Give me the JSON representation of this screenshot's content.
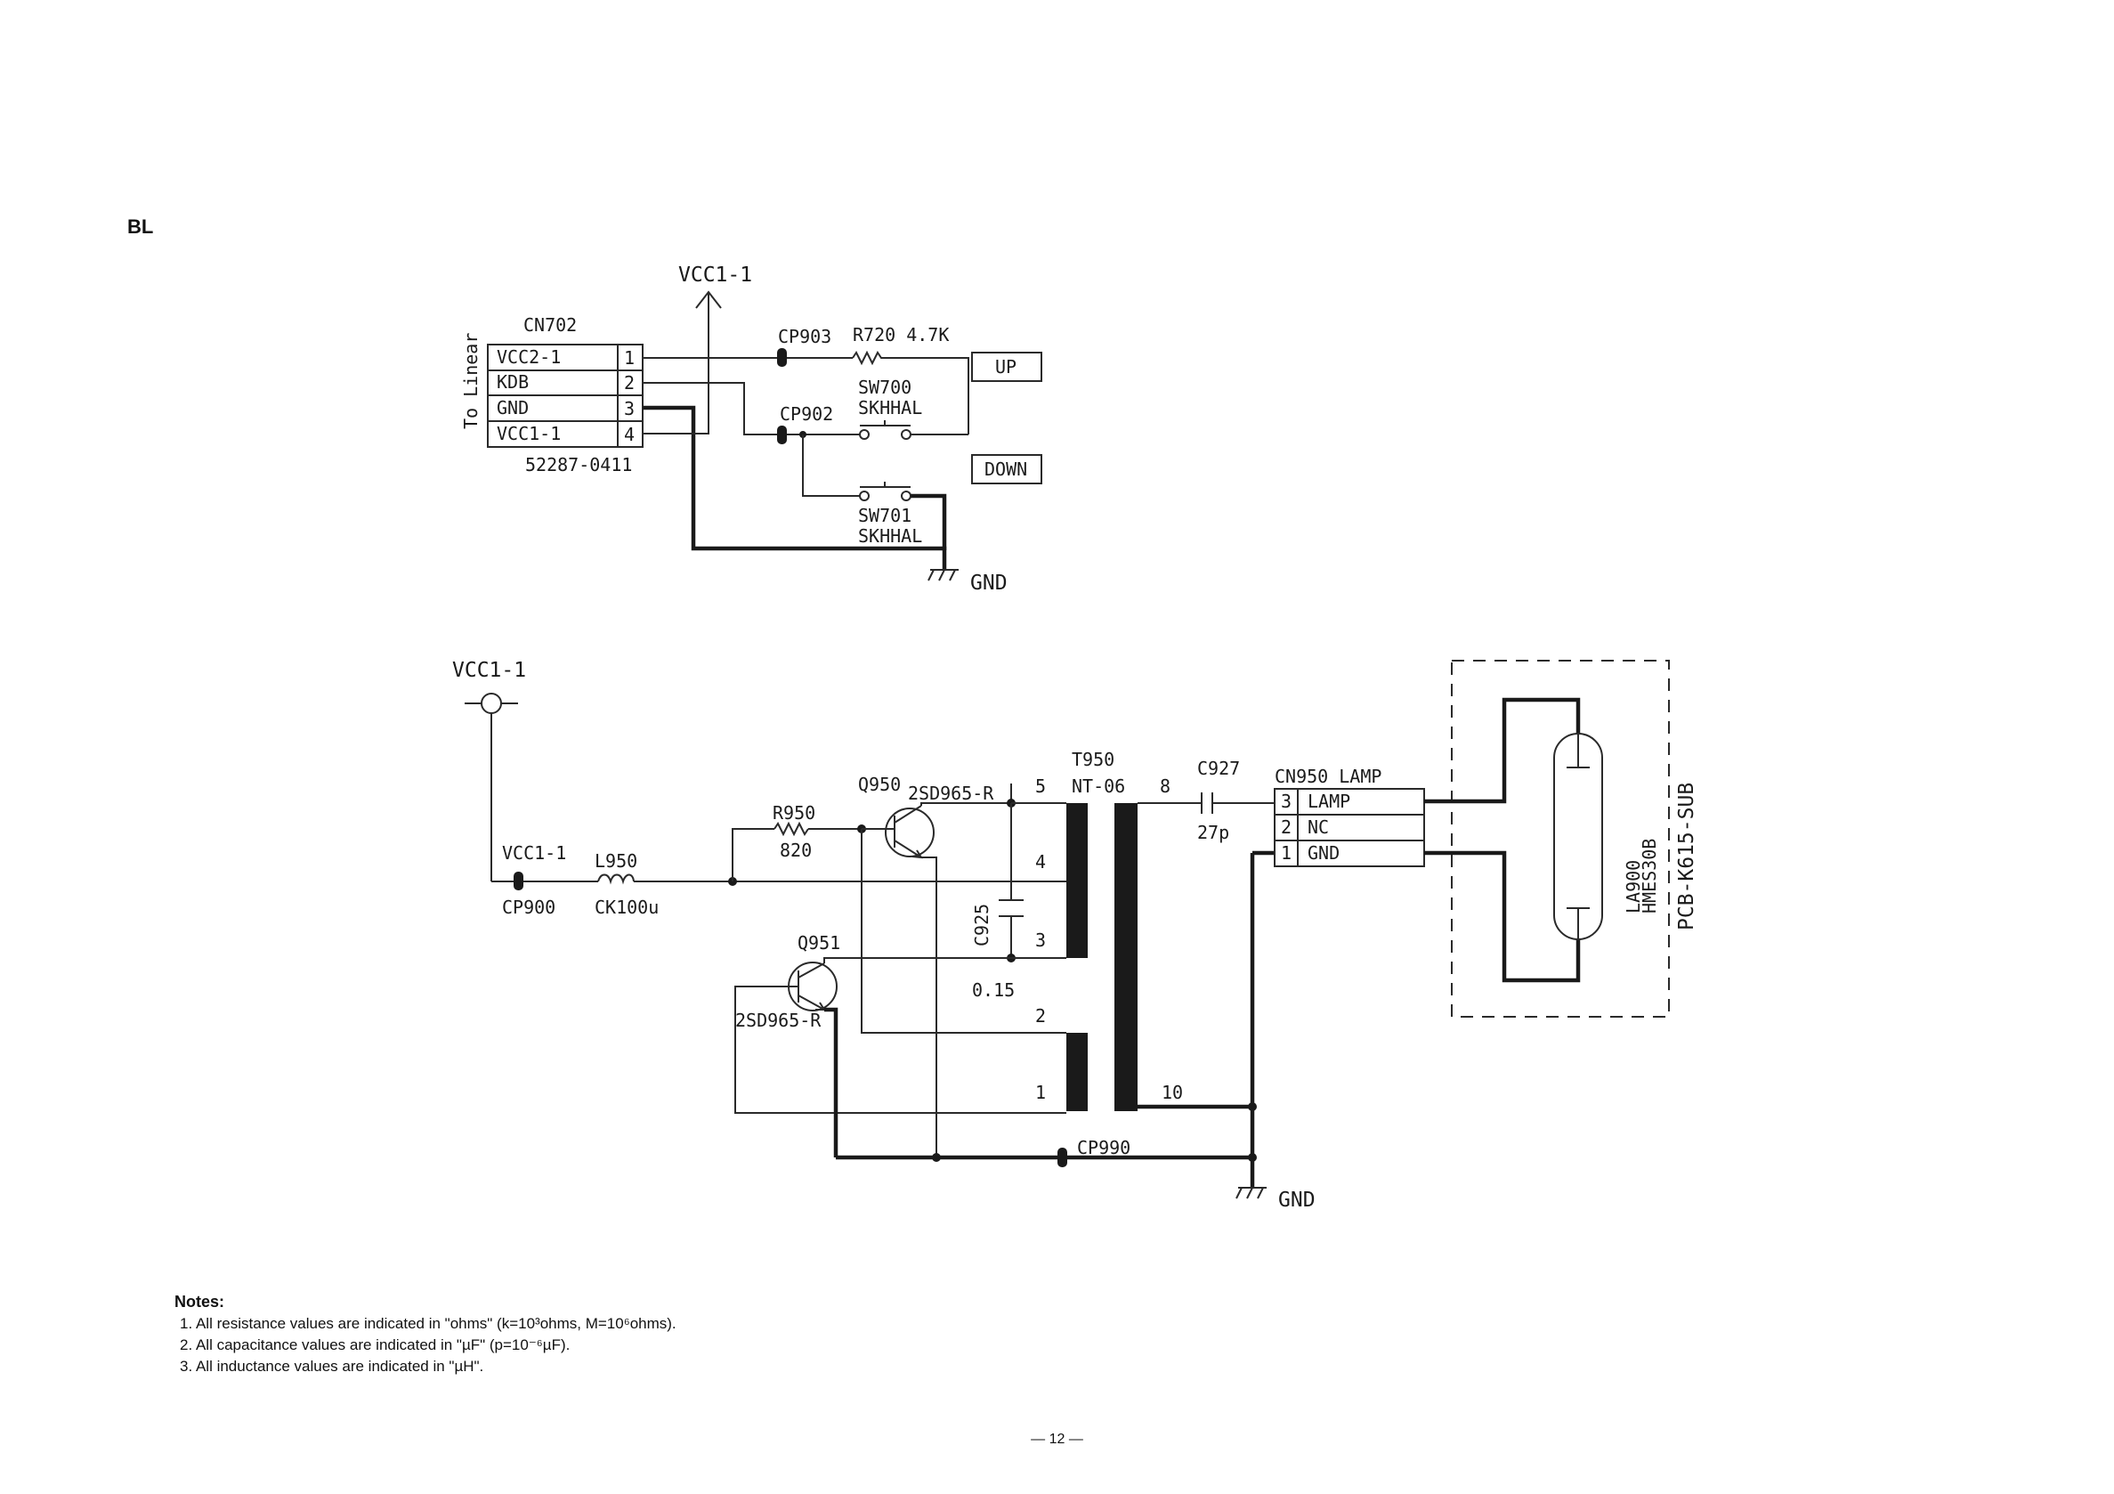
{
  "section_label": "BL",
  "top_circuit": {
    "vcc_label": "VCC1-1",
    "connector": {
      "ref": "CN702",
      "side_label": "To Linear",
      "part_number": "52287-0411",
      "pins": [
        {
          "name": "VCC2-1",
          "num": "1"
        },
        {
          "name": "KDB",
          "num": "2"
        },
        {
          "name": "GND",
          "num": "3"
        },
        {
          "name": "VCC1-1",
          "num": "4"
        }
      ]
    },
    "cp903": "CP903",
    "cp902": "CP902",
    "r720": "R720 4.7K",
    "sw700_ref": "SW700",
    "sw700_type": "SKHHAL",
    "sw701_ref": "SW701",
    "sw701_type": "SKHHAL",
    "up_label": "UP",
    "down_label": "DOWN",
    "gnd_label": "GND"
  },
  "bottom_circuit": {
    "vcc_label": "VCC1-1",
    "vcc_net_label": "VCC1-1",
    "cp900": "CP900",
    "l950_ref": "L950",
    "l950_value": "CK100u",
    "r950_ref": "R950",
    "r950_value": "820",
    "q950_ref": "Q950",
    "q950_part": "2SD965-R",
    "q951_ref": "Q951",
    "q951_part": "2SD965-R",
    "c925_ref": "C925",
    "c925_value": "0.15",
    "t950_ref": "T950",
    "t950_part": "NT-06",
    "transformer_pins": {
      "p1": "1",
      "p2": "2",
      "p3": "3",
      "p4": "4",
      "p5": "5",
      "p8": "8",
      "p10": "10"
    },
    "c927_ref": "C927",
    "c927_value": "27p",
    "cn950_title": "CN950 LAMP",
    "cn950_pins": [
      {
        "num": "3",
        "name": "LAMP"
      },
      {
        "num": "2",
        "name": "NC"
      },
      {
        "num": "1",
        "name": "GND"
      }
    ],
    "lamp_ref": "LA900",
    "lamp_part": "HMES30B",
    "pcb_label": "PCB-K615-SUB",
    "cp990": "CP990",
    "gnd_label": "GND"
  },
  "notes": {
    "title": "Notes:",
    "items": [
      "1. All resistance values are indicated in \"ohms\" (k=10³ohms, M=10⁶ohms).",
      "2. All capacitance values are indicated in \"µF\" (p=10⁻⁶µF).",
      "3. All inductance values are indicated in \"µH\"."
    ]
  },
  "page_number": "— 12 —"
}
